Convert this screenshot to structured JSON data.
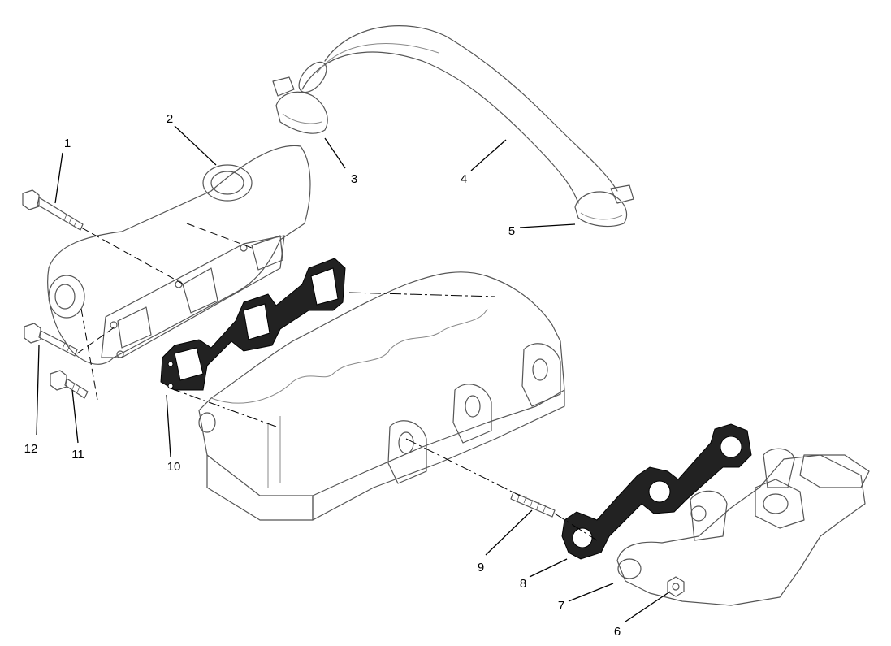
{
  "diagram": {
    "type": "exploded-parts-diagram",
    "callouts": [
      {
        "label": "1",
        "part": "bolt"
      },
      {
        "label": "2",
        "part": "exhaust-muffler"
      },
      {
        "label": "3",
        "part": "hose-clamp"
      },
      {
        "label": "4",
        "part": "hose"
      },
      {
        "label": "5",
        "part": "hose-clamp"
      },
      {
        "label": "6",
        "part": "nut"
      },
      {
        "label": "7",
        "part": "intake-manifold"
      },
      {
        "label": "8",
        "part": "gasket"
      },
      {
        "label": "9",
        "part": "stud"
      },
      {
        "label": "10",
        "part": "gasket"
      },
      {
        "label": "11",
        "part": "bolt"
      },
      {
        "label": "12",
        "part": "bolt"
      }
    ]
  }
}
